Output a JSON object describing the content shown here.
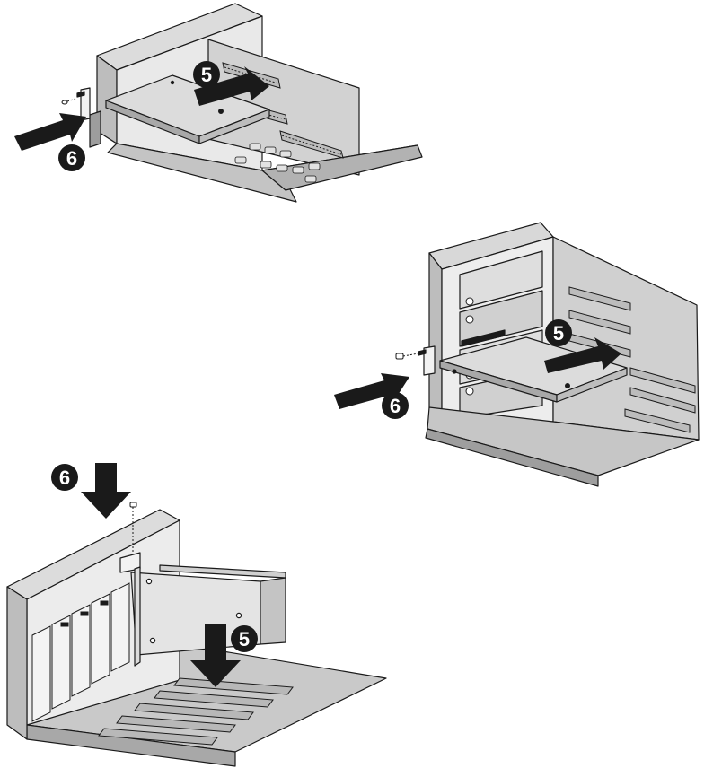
{
  "steps": {
    "step5": "5",
    "step6": "6"
  },
  "colors": {
    "line": "#1a1a1a",
    "panel_light": "#e6e6e6",
    "panel_mid": "#cfcfcf",
    "panel_dark": "#a8a8a8",
    "board": "#c4c4c4",
    "card": "#dcdcdc",
    "arrow": "#1a1a1a",
    "badge": "#1a1a1a"
  },
  "icons": {
    "step_badge": "number-in-black-circle",
    "insert_arrow": "direction-arrow",
    "screw": "mounting-screw"
  }
}
